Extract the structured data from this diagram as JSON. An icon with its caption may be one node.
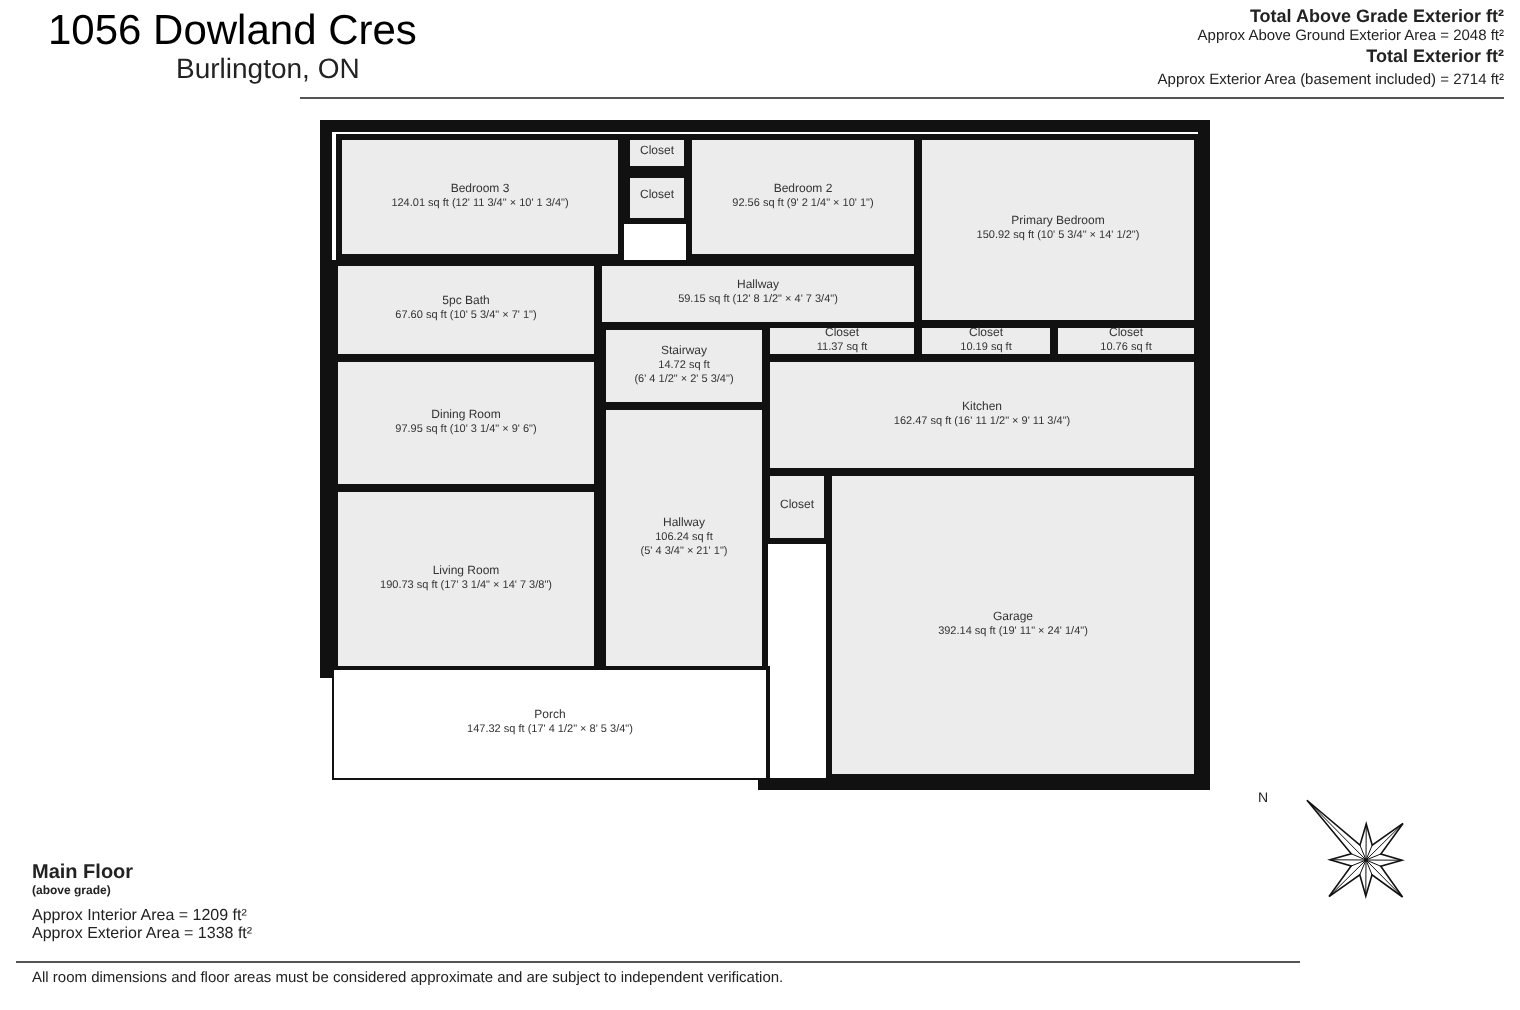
{
  "diagram": {
    "title": "1056 Dowland Cres",
    "nodes": [
      {
        "text": [
          "Bedroom 3",
          "124.01 sq ft (12' 11 3/4\" × 10' 1 3/4\")"
        ]
      },
      {
        "text": [
          "Closet"
        ]
      },
      {
        "text": [
          "Closet"
        ]
      },
      {
        "text": [
          "Bedroom 2",
          "92.56 sq ft (9' 2 1/4\" × 10' 1\")"
        ]
      },
      {
        "text": [
          "Primary Bedroom",
          "150.92 sq ft (10' 5 3/4\" × 14' 1/2\")"
        ]
      },
      {
        "text": [
          "5pc Bath",
          "67.60 sq ft (10' 5 3/4\" × 7' 1\")"
        ]
      },
      {
        "text": [
          "Hallway",
          "59.15 sq ft (12' 8 1/2\" × 4' 7 3/4\")"
        ]
      },
      {
        "text": [
          "Closet",
          "11.37 sq ft"
        ]
      },
      {
        "text": [
          "Closet",
          "10.19 sq ft"
        ]
      },
      {
        "text": [
          "Closet",
          "10.76 sq ft"
        ]
      },
      {
        "text": [
          "Stairway",
          "14.72 sq ft",
          "(6' 4 1/2\" × 2' 5 3/4\")"
        ]
      },
      {
        "text": [
          "Dining Room",
          "97.95 sq ft (10' 3 1/4\" × 9' 6\")"
        ]
      },
      {
        "text": [
          "Hallway",
          "106.24 sq ft",
          "(5' 4 3/4\" × 21' 1\")"
        ]
      },
      {
        "text": [
          "Kitchen",
          "162.47 sq ft (16' 11 1/2\" × 9' 11 3/4\")"
        ]
      },
      {
        "text": [
          "Closet"
        ]
      },
      {
        "text": [
          "Living Room",
          "190.73 sq ft (17' 3 1/4\" × 14' 7 3/8\")"
        ]
      },
      {
        "text": [
          "Garage",
          "392.14 sq ft (19' 11\" × 24' 1/4\")"
        ]
      },
      {
        "text": [
          "Porch",
          "147.32 sq ft (17' 4 1/2\" × 8' 5 3/4\")"
        ]
      }
    ],
    "labels": [
      "Burlington, ON",
      "Total Above Grade Exterior ft²",
      "Approx Above Ground Exterior Area = 2048 ft²",
      "Total Exterior ft²",
      "Approx Exterior Area (basement included) = 2714 ft²",
      "N",
      "Main Floor",
      "(above grade)",
      "Approx Interior Area = 1209 ft²",
      "Approx Exterior Area = 1338 ft²",
      "All room dimensions and floor areas must be considered approximate and are subject to independent verification."
    ]
  }
}
